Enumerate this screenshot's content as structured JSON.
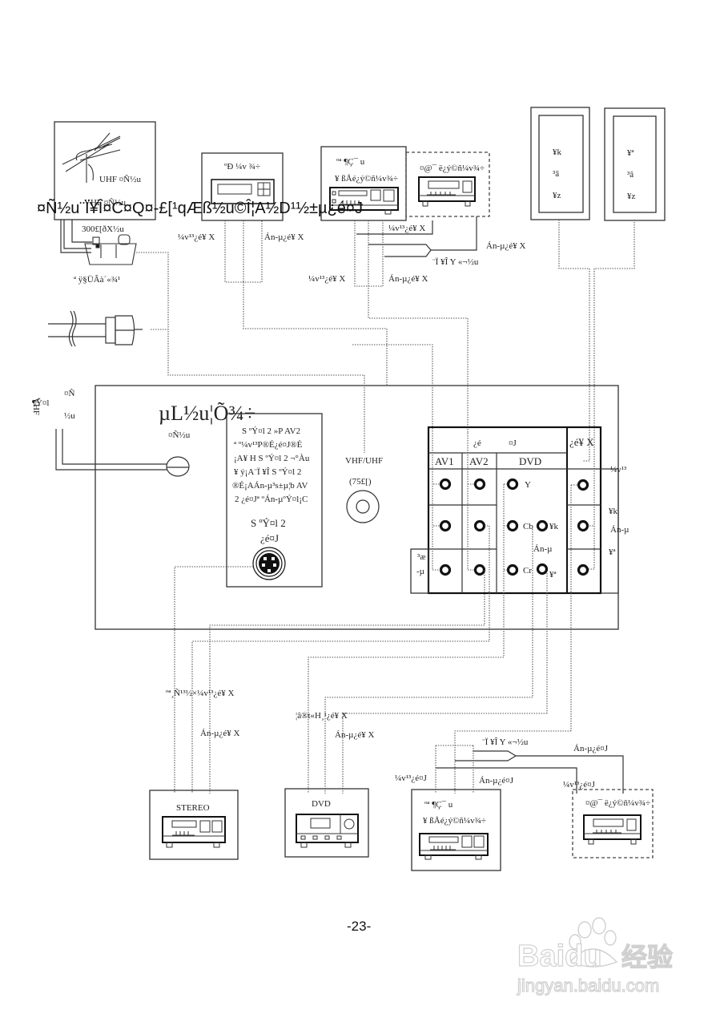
{
  "page": {
    "number": "-23-"
  },
  "overlay_heading": "¤Ñ½u¨Ï¥Î¤C¤Q¤-£[¹qÆß½u©Î¦A½D¹½±µ¿é¤J",
  "antenna": {
    "uhf_label": "UHF ¤Ñ½u",
    "vhf_label": "VHF ¤Ñ½u",
    "cable_label": "300£[ðX½u",
    "adapter_label": "ª ÿ§ÜÂà´«¾¹"
  },
  "tv_box": {
    "title": "ºÐ ¼v ¾÷",
    "left_label": "¼v¹³¿é¥ X",
    "right_label": "Án-µ¿é¥ X"
  },
  "vcr_box": {
    "line1": "ºª ¶Ç¯ u",
    "line2": "¥ ßÅé¿ý©ñ¼v¾÷"
  },
  "dashed_vcr": {
    "label": "¤@¯ ë¿ý©ñ¼v¾÷"
  },
  "vcr_wires": {
    "video_out_a": "¼v¹³¿é¥ X",
    "audio_out_a": "Án-µ¿é¥ X",
    "svideo_cable": "¨Ï ¥Î Y «¬½u",
    "video_out_b": "¼v¹³¿é¥ X",
    "audio_out_b": "Án-µ¿é¥ X"
  },
  "speakers": [
    {
      "lines": [
        "¥k",
        "³â",
        "¥z"
      ]
    },
    {
      "lines": [
        "¥ª",
        "³â",
        "¥z"
      ]
    }
  ],
  "vhf_side": {
    "line1": "VHF",
    "line2": "¶Ý¤l",
    "mid1": "¤Ñ",
    "mid2": "½u"
  },
  "main_unit": {
    "title": "µL½u¦Õ¾÷",
    "antenna_jack_label": "¤Ñ½u",
    "svideo_note": [
      "S ºÝ¤l 2 »P AV2",
      "ª º¼v¹³P®É¿é¤J®É",
      "¡A¥ H S ºÝ¤l 2 ¬°Àu",
      "¥ ý¡A¨Ï ¥Î S ºÝ¤l 2",
      "®É¡AÁn-µ³s±µ¦b AV",
      "2 ¿é¤Jª ºÁn-µºÝ¤l¡C"
    ],
    "svideo_title": "S ºÝ¤l 2",
    "svideo_sub": "¿é¤J",
    "vhf_uhf_label": "VHF/UHF",
    "impedance_label": "(75£[)"
  },
  "panel": {
    "input_header_a": "¿é",
    "input_header_b": "¤J",
    "output_header": "¿é¥ X",
    "columns": [
      "AV1",
      "AV2",
      "DVD"
    ],
    "dvd_labels": {
      "y": "Y",
      "cb": "Cb",
      "cr": "Cr"
    },
    "right_labels": {
      "r": "¥k",
      "audio": "Án-µ",
      "l": "¥ª"
    },
    "side_labels": {
      "video": "¼v¹³",
      "left_a": "³æ",
      "left_b": "-µ"
    }
  },
  "bottom_wires": {
    "stereo_in": "ºª¸Ñ¹³½×¼v¹³¿é¥ X",
    "stereo_audio": "Án-µ¿é¥ X",
    "dvd_in": "¦â®t«H¸¹¿é¥ X",
    "dvd_audio": "Án-µ¿é¥ X",
    "svideo_cable": "¨Ï ¥Î Y «¬½u",
    "audio_in_r": "Án-µ¿é¤J",
    "video_in_a": "¼v¹³¿é¤J",
    "audio_in_a": "Án-µ¿é¤J",
    "video_in_b": "¼v¹³¿é¤J"
  },
  "bottom_devices": {
    "stereo": "STEREO",
    "dvd": "DVD",
    "vcr_line1": "ºª ¶Ç¯ u",
    "vcr_line2": "¥ ßÅé¿ý©ñ¼v¾÷",
    "dashed_vcr": "¤@¯ ë¿ý©ñ¼v¾÷"
  },
  "watermark": {
    "brand": "Baidu",
    "brand_cn": "经验",
    "url": "jingyan.baidu.com"
  }
}
